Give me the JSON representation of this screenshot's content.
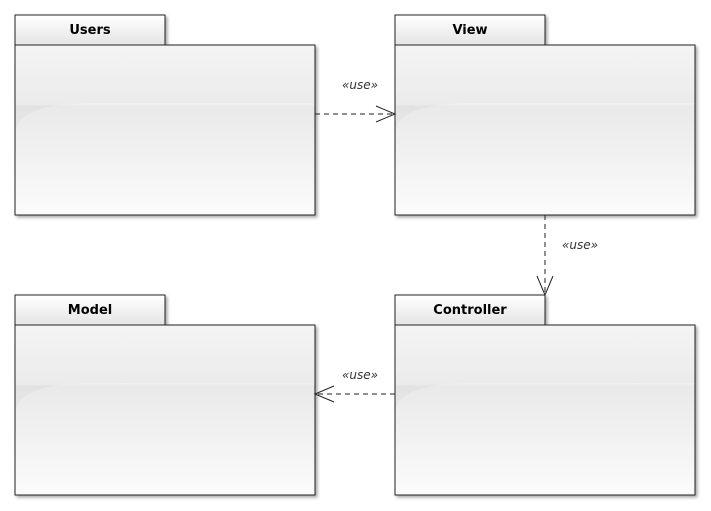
{
  "diagram": {
    "type": "uml-package-diagram",
    "packages": {
      "users": {
        "name": "Users"
      },
      "view": {
        "name": "View"
      },
      "model": {
        "name": "Model"
      },
      "controller": {
        "name": "Controller"
      }
    },
    "dependencies": [
      {
        "from": "Users",
        "to": "View",
        "stereotype": "«use»"
      },
      {
        "from": "View",
        "to": "Controller",
        "stereotype": "«use»"
      },
      {
        "from": "Controller",
        "to": "Model",
        "stereotype": "«use»"
      }
    ]
  }
}
